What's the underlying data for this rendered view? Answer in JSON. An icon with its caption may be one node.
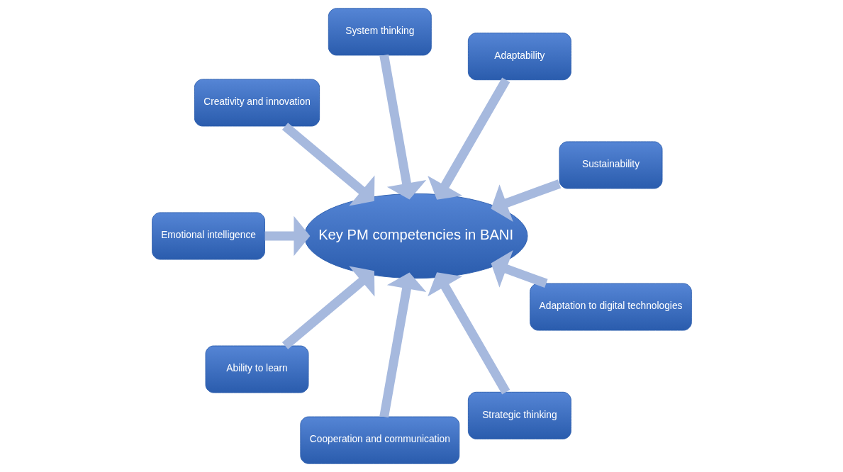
{
  "diagram": {
    "nodes": [
      {
        "text": [
          "Sustainability"
        ]
      },
      {
        "text": [
          "Adaptability"
        ]
      },
      {
        "text": [
          "System thinking"
        ]
      },
      {
        "text": [
          "Creativity and innovation"
        ]
      },
      {
        "text": [
          "Emotional intelligence"
        ]
      },
      {
        "text": [
          "Ability to learn"
        ]
      },
      {
        "text": [
          "Cooperation and communication"
        ]
      },
      {
        "text": [
          "Strategic thinking"
        ]
      },
      {
        "text": [
          "Adaptation to digital technologies"
        ]
      },
      {
        "text": [
          "Key PM competencies in BANI"
        ]
      }
    ],
    "edges": [
      {
        "from": 0,
        "to": 9,
        "arrow": "to"
      },
      {
        "from": 1,
        "to": 9,
        "arrow": "to"
      },
      {
        "from": 2,
        "to": 9,
        "arrow": "to"
      },
      {
        "from": 3,
        "to": 9,
        "arrow": "to"
      },
      {
        "from": 4,
        "to": 9,
        "arrow": "to"
      },
      {
        "from": 5,
        "to": 9,
        "arrow": "to"
      },
      {
        "from": 6,
        "to": 9,
        "arrow": "to"
      },
      {
        "from": 7,
        "to": 9,
        "arrow": "to"
      },
      {
        "from": 8,
        "to": 9,
        "arrow": "to"
      }
    ]
  }
}
